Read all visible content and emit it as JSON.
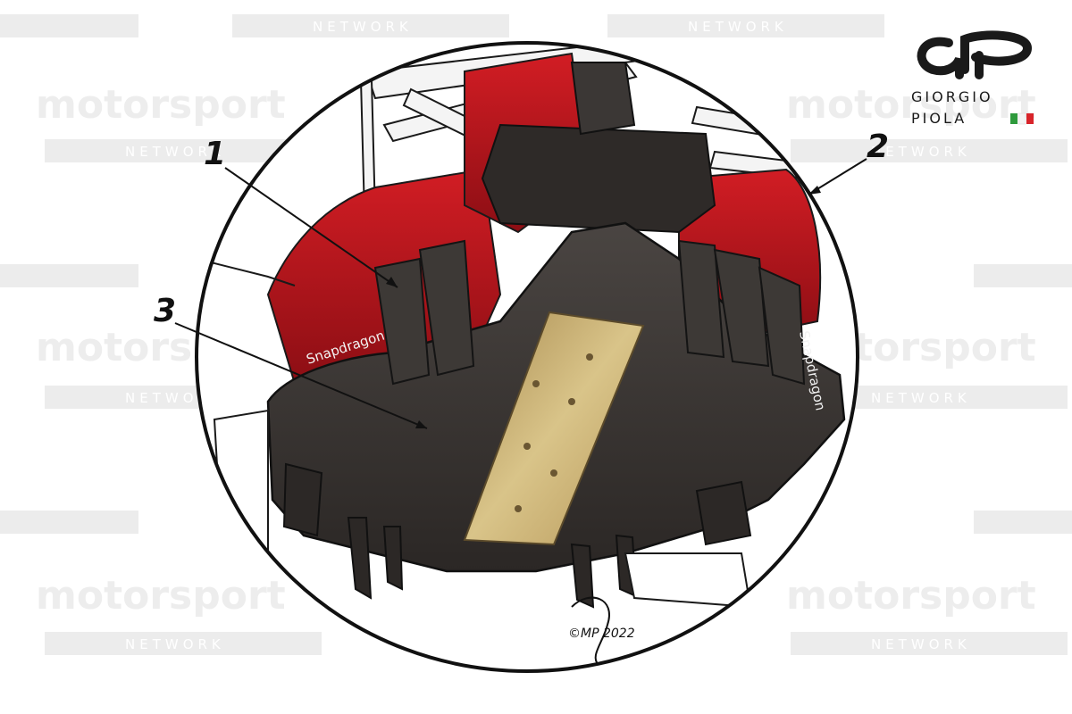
{
  "watermark": {
    "word": "motorsport",
    "network": "NETWORK"
  },
  "brand": {
    "line1": "GIORGIO",
    "line2": "PIOLA"
  },
  "callouts": [
    {
      "number": "1"
    },
    {
      "number": "2"
    },
    {
      "number": "3"
    }
  ],
  "car": {
    "sponsor_left": "Snapdragon",
    "sponsor_right": "Snapdragon"
  },
  "signature": {
    "text": "©MP 2022"
  },
  "colors": {
    "floor": "#3a3634",
    "floor_dark": "#2a2624",
    "body_red": "#b5141c",
    "plank": "#c9ae6e",
    "outline": "#111111",
    "flag_green": "#2e9a3c",
    "flag_red": "#d8242a"
  }
}
